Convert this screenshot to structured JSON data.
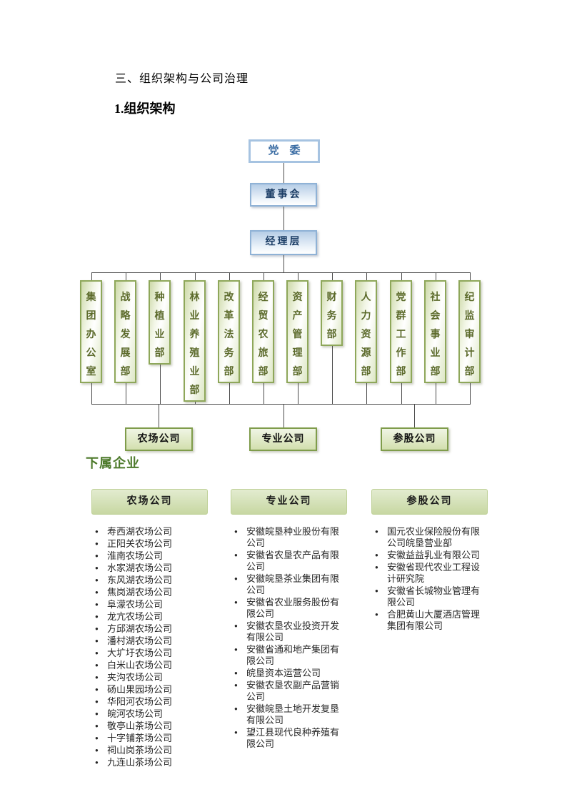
{
  "page": {
    "section_title": "三、组织架构与公司治理",
    "subsection_title": "1.组织架构",
    "subsidiaries_title": "下属企业"
  },
  "org_chart": {
    "party_committee": "党　委",
    "board": "董事会",
    "management": "经理层",
    "departments": [
      "集团办公室",
      "战略发展部",
      "种植业部",
      "林业养殖业部",
      "改革法务部",
      "经贸农旅部",
      "资产管理部",
      "财务部",
      "人力资源部",
      "党群工作部",
      "社会事业部",
      "纪监审计部"
    ],
    "company_groups": [
      "农场公司",
      "专业公司",
      "参股公司"
    ]
  },
  "subsidiaries": {
    "bullet_glyph": "●",
    "columns": [
      {
        "header": "农场公司",
        "items": [
          "寿西湖农场公司",
          "正阳关农场公司",
          "淮南农场公司",
          "水家湖农场公司",
          "东风湖农场公司",
          "焦岗湖农场公司",
          "阜濛农场公司",
          "龙亢农场公司",
          "方邱湖农场公司",
          "潘村湖农场公司",
          "大圹圩农场公司",
          "白米山农场公司",
          "夹沟农场公司",
          "砀山果园场公司",
          "华阳河农场公司",
          "皖河农场公司",
          "敬亭山茶场公司",
          "十字铺茶场公司",
          "祠山岗茶场公司",
          "九连山茶场公司"
        ]
      },
      {
        "header": "专业公司",
        "items": [
          "安徽皖垦种业股份有限公司",
          "安徽省农垦农产品有限公司",
          "安徽皖垦茶业集团有限公司",
          "安徽省农业服务股份有限公司",
          "安徽农垦农业投资开发有限公司",
          "安徽省通和地产集团有限公司",
          "皖垦资本运营公司",
          "安徽农垦农副产品营销公司",
          "安徽皖垦土地开发复垦有限公司",
          "望江县现代良种养殖有限公司"
        ]
      },
      {
        "header": "参股公司",
        "items": [
          "国元农业保险股份有限公司皖垦营业部",
          "安徽益益乳业有限公司",
          "安徽省现代农业工程设计研究院",
          "安徽省长城物业管理有限公司",
          "合肥黄山大厦酒店管理集团有限公司"
        ]
      }
    ]
  },
  "colors": {
    "blue_border": "#8fb2d6",
    "blue_text": "#1c3e66",
    "green_border": "#8ea75a",
    "green_text": "#5b6a2a",
    "heading_green": "#4d7a2b"
  }
}
